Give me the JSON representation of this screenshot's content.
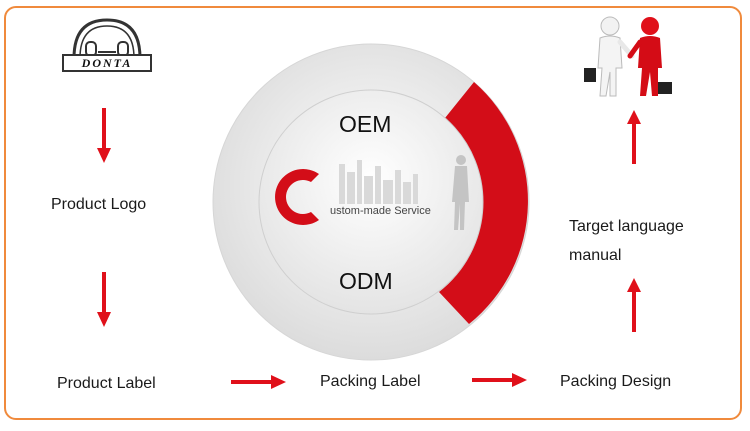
{
  "brand": {
    "logo_text": "DONTA"
  },
  "center": {
    "top": "OEM",
    "bottom": "ODM",
    "service": "ustom-made Service"
  },
  "steps": {
    "product_logo": "Product Logo",
    "product_label": "Product Label",
    "packing_label": "Packing Label",
    "packing_design": "Packing Design",
    "target_manual_line1": "Target language",
    "target_manual_line2": "manual"
  },
  "colors": {
    "accent": "#e0101a",
    "frame": "#f08a3c",
    "ring": "#e6e6e6"
  },
  "icons": [
    "arrow-down-icon",
    "arrow-right-icon",
    "arrow-up-icon",
    "handshake-people-icon"
  ]
}
